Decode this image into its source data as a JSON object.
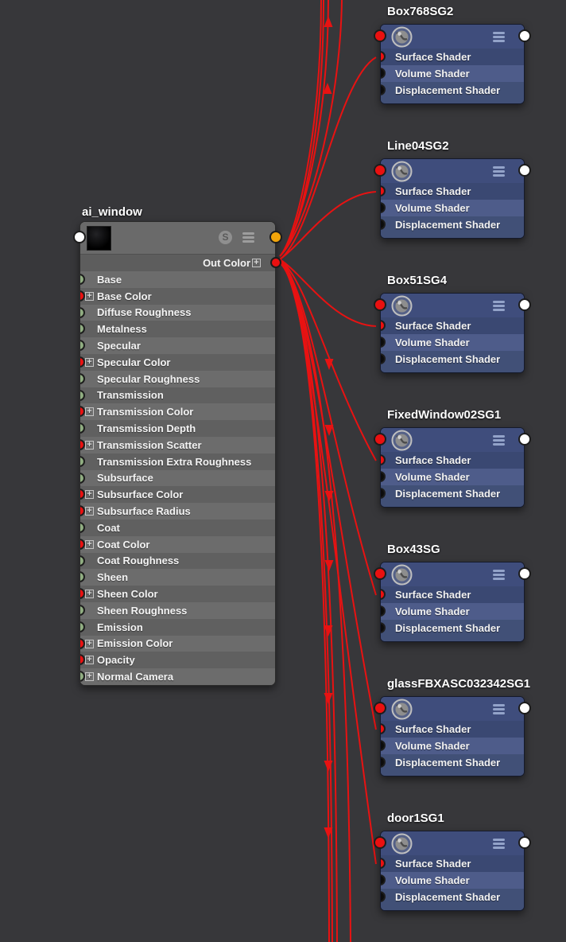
{
  "canvas": {
    "background": "#37373a",
    "wire_color": "#e81212"
  },
  "port_colors": {
    "red": "#ea1010",
    "green": "#90ad81",
    "orange": "#f2a50a",
    "white": "#ffffff",
    "black": "#0c0c0c"
  },
  "ai_node": {
    "title": "ai_window",
    "header": {
      "left_port": "white",
      "right_port": "orange",
      "icons": [
        "material-swatch",
        "s-badge",
        "display-mode-bars"
      ]
    },
    "out_row": {
      "label": "Out Color",
      "port": "red",
      "expand": true
    },
    "rows": [
      {
        "label": "Base",
        "port": "green",
        "expand": false
      },
      {
        "label": "Base Color",
        "port": "red",
        "expand": true
      },
      {
        "label": "Diffuse Roughness",
        "port": "green",
        "expand": false
      },
      {
        "label": "Metalness",
        "port": "green",
        "expand": false
      },
      {
        "label": "Specular",
        "port": "green",
        "expand": false
      },
      {
        "label": "Specular Color",
        "port": "red",
        "expand": true
      },
      {
        "label": "Specular Roughness",
        "port": "green",
        "expand": false
      },
      {
        "label": "Transmission",
        "port": "green",
        "expand": false
      },
      {
        "label": "Transmission Color",
        "port": "red",
        "expand": true
      },
      {
        "label": "Transmission Depth",
        "port": "green",
        "expand": false
      },
      {
        "label": "Transmission Scatter",
        "port": "red",
        "expand": true
      },
      {
        "label": "Transmission Extra Roughness",
        "port": "green",
        "expand": false
      },
      {
        "label": "Subsurface",
        "port": "green",
        "expand": false
      },
      {
        "label": "Subsurface Color",
        "port": "red",
        "expand": true
      },
      {
        "label": "Subsurface Radius",
        "port": "red",
        "expand": true
      },
      {
        "label": "Coat",
        "port": "green",
        "expand": false
      },
      {
        "label": "Coat Color",
        "port": "red",
        "expand": true
      },
      {
        "label": "Coat Roughness",
        "port": "green",
        "expand": false
      },
      {
        "label": "Sheen",
        "port": "green",
        "expand": false
      },
      {
        "label": "Sheen Color",
        "port": "red",
        "expand": true
      },
      {
        "label": "Sheen Roughness",
        "port": "green",
        "expand": false
      },
      {
        "label": "Emission",
        "port": "green",
        "expand": false
      },
      {
        "label": "Emission Color",
        "port": "red",
        "expand": true
      },
      {
        "label": "Opacity",
        "port": "red",
        "expand": true
      },
      {
        "label": "Normal Camera",
        "port": "green",
        "expand": true
      }
    ]
  },
  "sg_row_labels": [
    {
      "label": "Surface Shader",
      "port": "red"
    },
    {
      "label": "Volume Shader",
      "port": "black"
    },
    {
      "label": "Displacement Shader",
      "port": "black"
    }
  ],
  "sg_nodes": [
    {
      "name": "Box768SG2"
    },
    {
      "name": "Line04SG2"
    },
    {
      "name": "Box51SG4"
    },
    {
      "name": "FixedWindow02SG1"
    },
    {
      "name": "Box43SG"
    },
    {
      "name": "glassFBXASC032342SG1"
    },
    {
      "name": "door1SG1"
    }
  ],
  "connections": {
    "source": "ai_window.Out Color",
    "visible_targets": [
      "Box768SG2.Surface Shader",
      "Line04SG2.Surface Shader",
      "Box51SG4.Surface Shader",
      "FixedWindow02SG1.Surface Shader",
      "Box43SG.Surface Shader",
      "glassFBXASC032342SG1.Surface Shader",
      "door1SG1.Surface Shader"
    ],
    "offscreen_up_count": 4,
    "offscreen_down_count": 4
  }
}
